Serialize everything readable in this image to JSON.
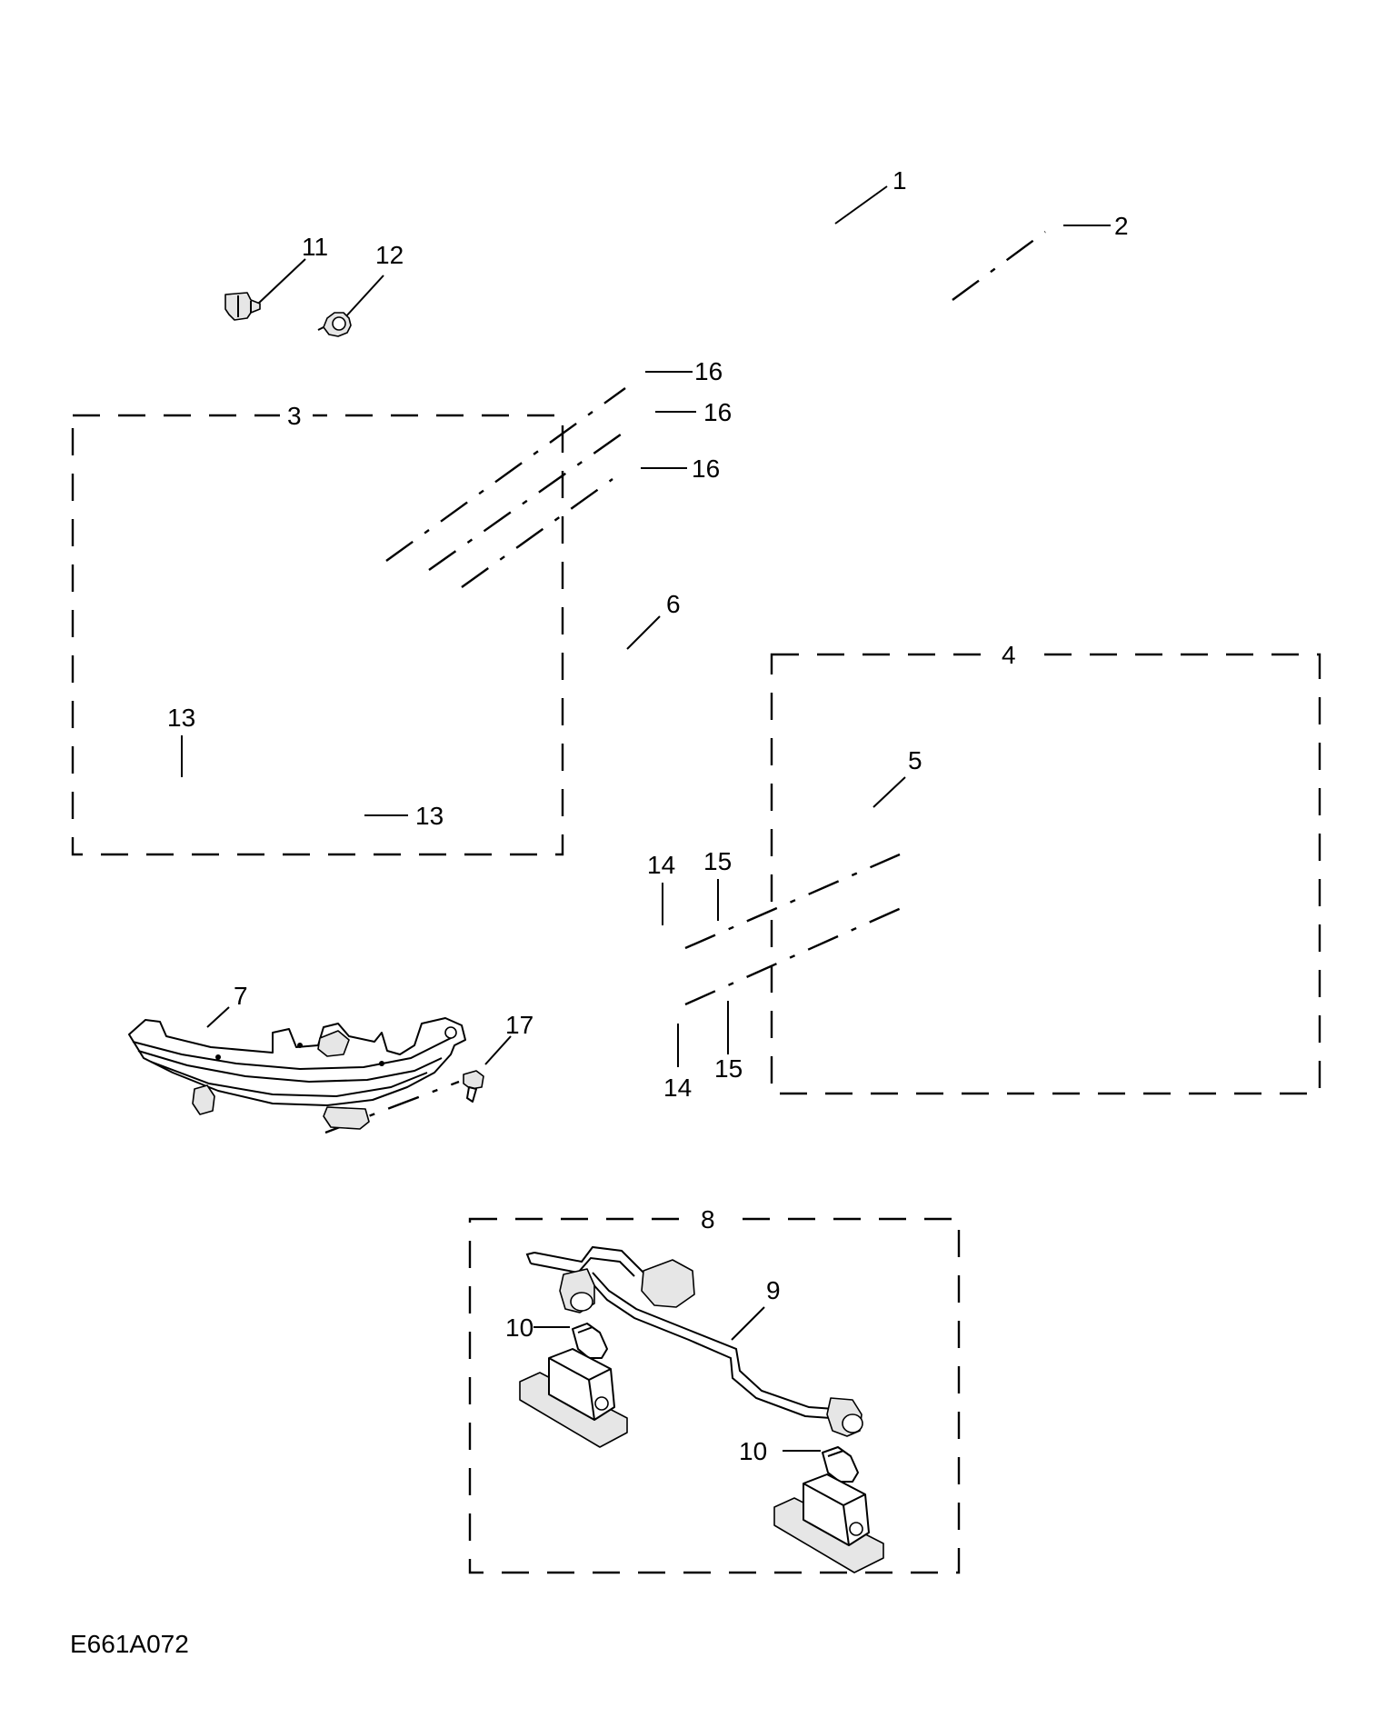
{
  "callouts": {
    "c1": "1",
    "c2": "2",
    "c3": "3",
    "c4": "4",
    "c5": "5",
    "c6": "6",
    "c7": "7",
    "c8": "8",
    "c9": "9",
    "c10a": "10",
    "c10b": "10",
    "c11": "11",
    "c12": "12",
    "c13a": "13",
    "c13b": "13",
    "c14a": "14",
    "c14b": "14",
    "c15a": "15",
    "c15b": "15",
    "c16a": "16",
    "c16b": "16",
    "c16c": "16",
    "c17": "17"
  },
  "figure_code": "E661A072"
}
